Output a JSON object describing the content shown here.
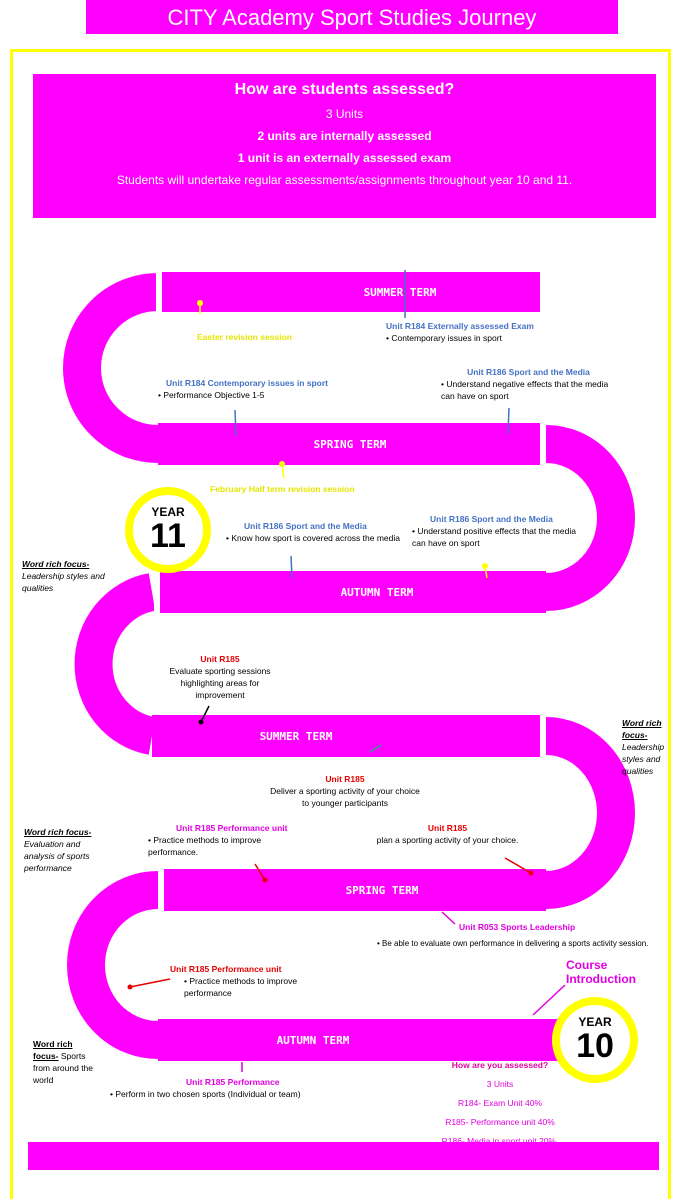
{
  "title": "CITY Academy Sport Studies  Journey",
  "assessment": {
    "heading": "How are students assessed?",
    "units": "3 Units",
    "internal": "2 units are internally assessed",
    "external": "1 unit is an externally assessed exam",
    "note": "Students will undertake regular assessments/assignments throughout year 10 and 11."
  },
  "terms": {
    "summer_top": "SUMMER TERM",
    "spring_y11": "SPRING TERM",
    "autumn_y11": "AUTUMN TERM",
    "summer_y10": "SUMMER TERM",
    "spring_y10": "SPRING TERM",
    "autumn_y10": "AUTUMN TERM"
  },
  "year11": {
    "label": "YEAR",
    "number": "11"
  },
  "year10": {
    "label": "YEAR",
    "number": "10"
  },
  "labels": {
    "easter": "Easter revision session",
    "r184_exam_title": "Unit R184 Externally assessed Exam",
    "r184_exam_point": "• Contemporary issues in sport",
    "r186_neg_title": "Unit R186 Sport and the Media",
    "r186_neg_point": "• Understand negative effects that the media can have on sport",
    "r184_ci_title": "Unit R184 Contemporary issues in sport",
    "r184_ci_point": "• Performance Objective 1-5",
    "feb_half": "February Half term revision session",
    "r186_know_title": "Unit R186 Sport and the Media",
    "r186_know_point": "• Know how sport is covered across the media",
    "r186_pos_title": "Unit R186 Sport and the Media",
    "r186_pos_point": "• Understand positive effects that the media can have on sport",
    "wr1_title": "Word rich focus-",
    "wr1_text": "Leadership styles and qualities",
    "r185_eval_title": "Unit R185",
    "r185_eval_text": "Evaluate sporting sessions highlighting areas for improvement",
    "wr2_title": "Word rich focus-",
    "wr2_text": "Leadership styles and qualities",
    "r185_deliver_title": "Unit R185",
    "r185_deliver_text": "Deliver a sporting activity of your choice to younger participants",
    "wr3_title": "Word rich focus-",
    "wr3_text": "Evaluation and analysis of sports performance",
    "r185_perf_title": "Unit R185 Performance unit",
    "r185_perf_point": "• Practice methods to improve performance.",
    "r185_plan_title": "Unit R185",
    "r185_plan_text": "plan a sporting activity of your choice.",
    "r053_title": "Unit R053 Sports Leadership",
    "r053_point": "• Be able to evaluate own performance in delivering a sports activity session.",
    "r185_perf2_title": "Unit R185 Performance unit",
    "r185_perf2_point": "• Practice methods to improve performance",
    "course_intro": "Course Introduction",
    "wr4_title": "Word rich focus-",
    "wr4_text": "Sports from around the world",
    "r185_perf3_title": "Unit R185 Performance",
    "r185_perf3_point": "• Perform in two chosen sports (Individual or team)",
    "how_assessed": "How are you assessed?",
    "ha_units": "3 Units",
    "ha_r184": "R184- Exam Unit 40%",
    "ha_r185": "R185- Performance unit 40%",
    "ha_r186": "R186- Media in sport unit 20%."
  },
  "colors": {
    "magenta": "#ff00ff",
    "yellow": "#ffff00",
    "blue": "#4472c4",
    "red": "#e60000"
  }
}
